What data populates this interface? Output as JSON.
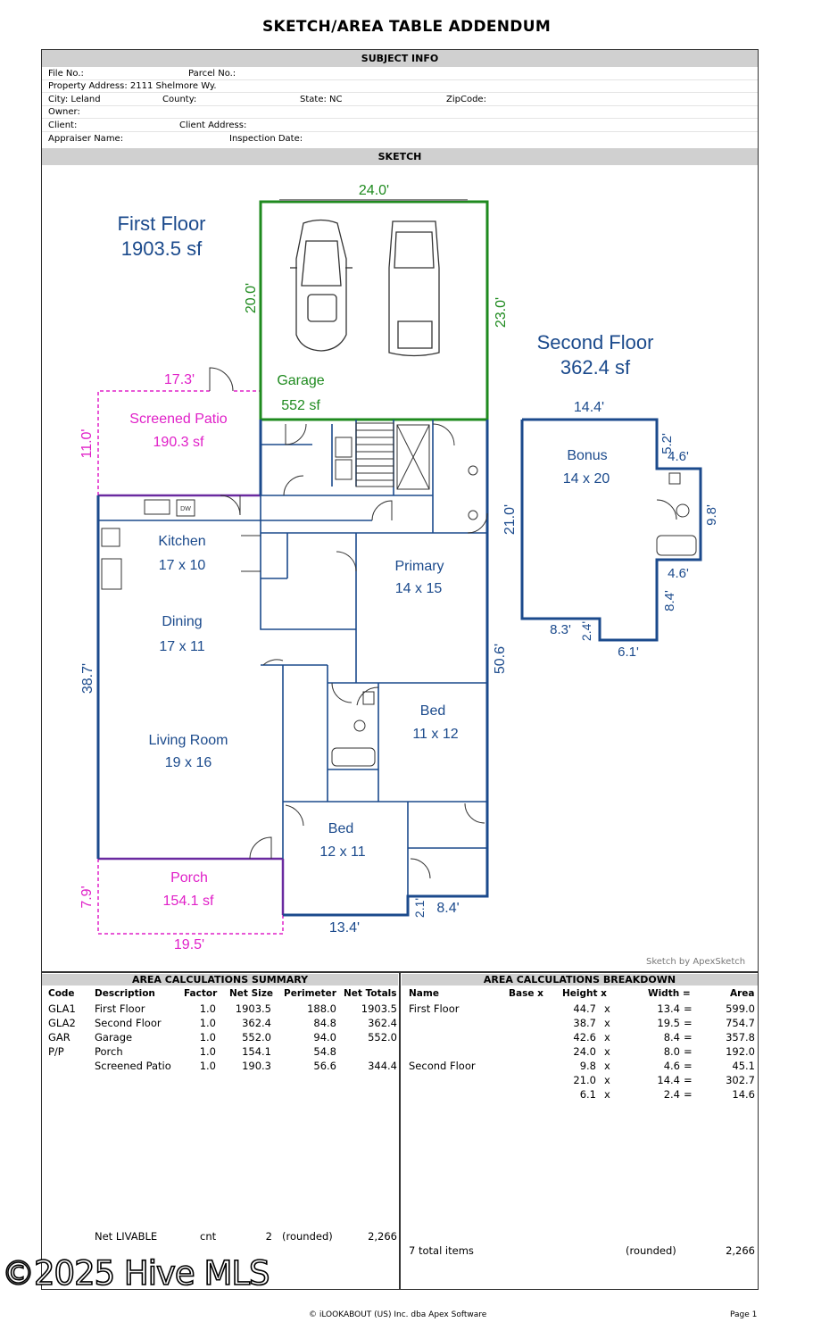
{
  "title": "SKETCH/AREA TABLE ADDENDUM",
  "subject_info": {
    "header": "SUBJECT INFO",
    "file_no_label": "File No.:",
    "parcel_no_label": "Parcel No.:",
    "property_address": "Property Address: 2111 Shelmore Wy.",
    "city": "City: Leland",
    "county_label": "County:",
    "state": "State: NC",
    "zipcode_label": "ZipCode:",
    "owner_label": "Owner:",
    "client_label": "Client:",
    "client_address_label": "Client Address:",
    "appraiser_label": "Appraiser Name:",
    "inspection_date_label": "Inspection Date:"
  },
  "sketch": {
    "header": "SKETCH",
    "first_floor_title": "First Floor",
    "first_floor_area": "1903.5 sf",
    "second_floor_title": "Second Floor",
    "second_floor_area": "362.4 sf",
    "rooms": {
      "garage": "Garage",
      "garage_area": "552 sf",
      "screened_patio": "Screened Patio",
      "screened_patio_area": "190.3 sf",
      "kitchen": "Kitchen",
      "kitchen_size": "17 x 10",
      "dining": "Dining",
      "dining_size": "17 x 11",
      "living": "Living Room",
      "living_size": "19 x 16",
      "primary": "Primary",
      "primary_size": "14 x 15",
      "bed1": "Bed",
      "bed1_size": "11 x 12",
      "bed2": "Bed",
      "bed2_size": "12 x 11",
      "porch": "Porch",
      "porch_area": "154.1 sf",
      "bonus": "Bonus",
      "bonus_size": "14 x 20",
      "dw": "DW"
    },
    "dims": {
      "garage_top": "24.0'",
      "garage_left": "20.0'",
      "garage_right": "23.0'",
      "patio_top": "17.3'",
      "patio_left": "11.0'",
      "house_left": "38.7'",
      "house_right_upper": "21.0'",
      "house_right_lower": "50.6'",
      "porch_left": "7.9'",
      "porch_bottom": "19.5'",
      "bottom_mid": "13.4'",
      "bottom_jog": "2.1'",
      "bottom_right": "8.4'",
      "bonus_top": "14.4'",
      "bonus_step_v": "5.2'",
      "bonus_step_h_top": "4.6'",
      "bonus_right": "9.8'",
      "bonus_step_h_bottom": "4.6'",
      "bonus_right_lower": "8.4'",
      "bonus_bottom_left": "8.3'",
      "bonus_jog": "2.4'",
      "bonus_bottom": "6.1'"
    },
    "credit": "Sketch by ApexSketch"
  },
  "summary": {
    "header": "AREA CALCULATIONS SUMMARY",
    "columns": [
      "Code",
      "Description",
      "Factor",
      "Net Size",
      "Perimeter",
      "Net Totals"
    ],
    "rows": [
      [
        "GLA1",
        "First Floor",
        "1.0",
        "1903.5",
        "188.0",
        "1903.5"
      ],
      [
        "GLA2",
        "Second Floor",
        "1.0",
        "362.4",
        "84.8",
        "362.4"
      ],
      [
        "GAR",
        "Garage",
        "1.0",
        "552.0",
        "94.0",
        "552.0"
      ],
      [
        "P/P",
        "Porch",
        "1.0",
        "154.1",
        "54.8",
        ""
      ],
      [
        "",
        "Screened Patio",
        "1.0",
        "190.3",
        "56.6",
        "344.4"
      ]
    ],
    "net_livable_label": "Net LIVABLE",
    "cnt_label": "cnt",
    "cnt_value": "2",
    "rounded_label": "(rounded)",
    "net_livable_value": "2,266"
  },
  "breakdown": {
    "header": "AREA CALCULATIONS BREAKDOWN",
    "columns": [
      "Name",
      "Base x",
      "Height x",
      "Width =",
      "Area"
    ],
    "rows": [
      [
        "First Floor",
        "44.7",
        "13.4",
        "599.0"
      ],
      [
        "",
        "38.7",
        "19.5",
        "754.7"
      ],
      [
        "",
        "42.6",
        "8.4",
        "357.8"
      ],
      [
        "",
        "24.0",
        "8.0",
        "192.0"
      ],
      [
        "Second Floor",
        "9.8",
        "4.6",
        "45.1"
      ],
      [
        "",
        "21.0",
        "14.4",
        "302.7"
      ],
      [
        "",
        "6.1",
        "2.4",
        "14.6"
      ]
    ],
    "x_mark": "x",
    "eq_mark": "=",
    "total_items": "7 total items",
    "rounded_label": "(rounded)",
    "total_value": "2,266"
  },
  "footer": {
    "copyright": "© iLOOKABOUT (US) Inc. dba Apex Software",
    "page": "Page 1"
  },
  "watermark": "©2025 Hive MLS",
  "colors": {
    "blue": "#1b4a8c",
    "green": "#1e8a1e",
    "magenta": "#e020c8",
    "header_gray": "#d0d0d0"
  }
}
